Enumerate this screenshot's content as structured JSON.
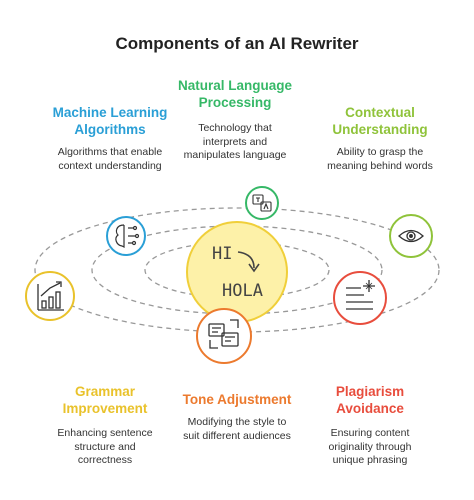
{
  "title": "Components of an AI Rewriter",
  "center": {
    "text_top": "HI",
    "text_bottom": "HOLA"
  },
  "colors": {
    "ml": "#2a9fd6",
    "nlp": "#36b867",
    "context": "#8fc33a",
    "grammar": "#e9c22b",
    "tone": "#ec7a2e",
    "plagiarism": "#e84d3d",
    "center_fill": "#fdf1a8",
    "center_stroke": "#f0cf3a",
    "orbit": "#999999"
  },
  "components": {
    "ml": {
      "title_line1": "Machine Learning",
      "title_line2": "Algorithms",
      "desc_line1": "Algorithms that enable",
      "desc_line2": "context understanding",
      "icon": "brain-circuit-icon"
    },
    "nlp": {
      "title_line1": "Natural Language",
      "title_line2": "Processing",
      "desc_line1": "Technology that",
      "desc_line2": "interprets and",
      "desc_line3": "manipulates language",
      "icon": "translate-icon"
    },
    "context": {
      "title_line1": "Contextual",
      "title_line2": "Understanding",
      "desc_line1": "Ability to grasp the",
      "desc_line2": "meaning behind words",
      "icon": "eye-icon"
    },
    "grammar": {
      "title_line1": "Grammar",
      "title_line2": "Improvement",
      "desc_line1": "Enhancing sentence",
      "desc_line2": "structure and",
      "desc_line3": "correctness",
      "icon": "chart-growth-icon"
    },
    "tone": {
      "title_line1": "Tone Adjustment",
      "desc_line1": "Modifying the style to",
      "desc_line2": "suit different audiences",
      "icon": "tone-edit-icon"
    },
    "plagiarism": {
      "title_line1": "Plagiarism",
      "title_line2": "Avoidance",
      "desc_line1": "Ensuring content",
      "desc_line2": "originality through",
      "desc_line3": "unique phrasing",
      "icon": "text-sparkle-icon"
    }
  }
}
